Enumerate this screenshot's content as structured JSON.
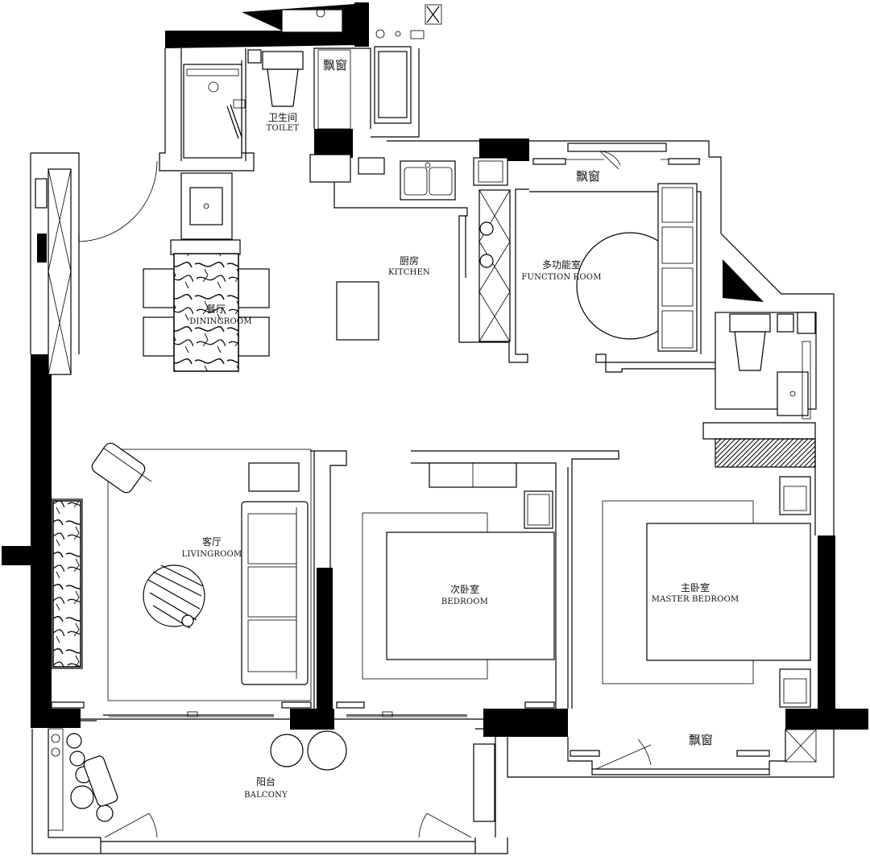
{
  "rooms": {
    "toilet": {
      "zh": "卫生间",
      "en": "TOILET"
    },
    "bay_window_top": {
      "zh": "飘窗"
    },
    "kitchen": {
      "zh": "厨房",
      "en": "KITCHEN"
    },
    "function_room": {
      "zh": "多功能室",
      "en": "FUNCTION ROOM"
    },
    "bay_window_function": {
      "zh": "飘窗"
    },
    "dining": {
      "zh": "餐厅",
      "en": "DININGROOM"
    },
    "living": {
      "zh": "客厅",
      "en": "LIVINGROOM"
    },
    "bedroom": {
      "zh": "次卧室",
      "en": "BEDROOM"
    },
    "master_bedroom": {
      "zh": "主卧室",
      "en": "MASTER BEDROOM"
    },
    "bay_window_master": {
      "zh": "飘窗"
    },
    "balcony": {
      "zh": "阳台",
      "en": "BALCONY"
    }
  },
  "colors": {
    "wall": "#000000",
    "line": "#000000",
    "background": "#ffffff"
  }
}
